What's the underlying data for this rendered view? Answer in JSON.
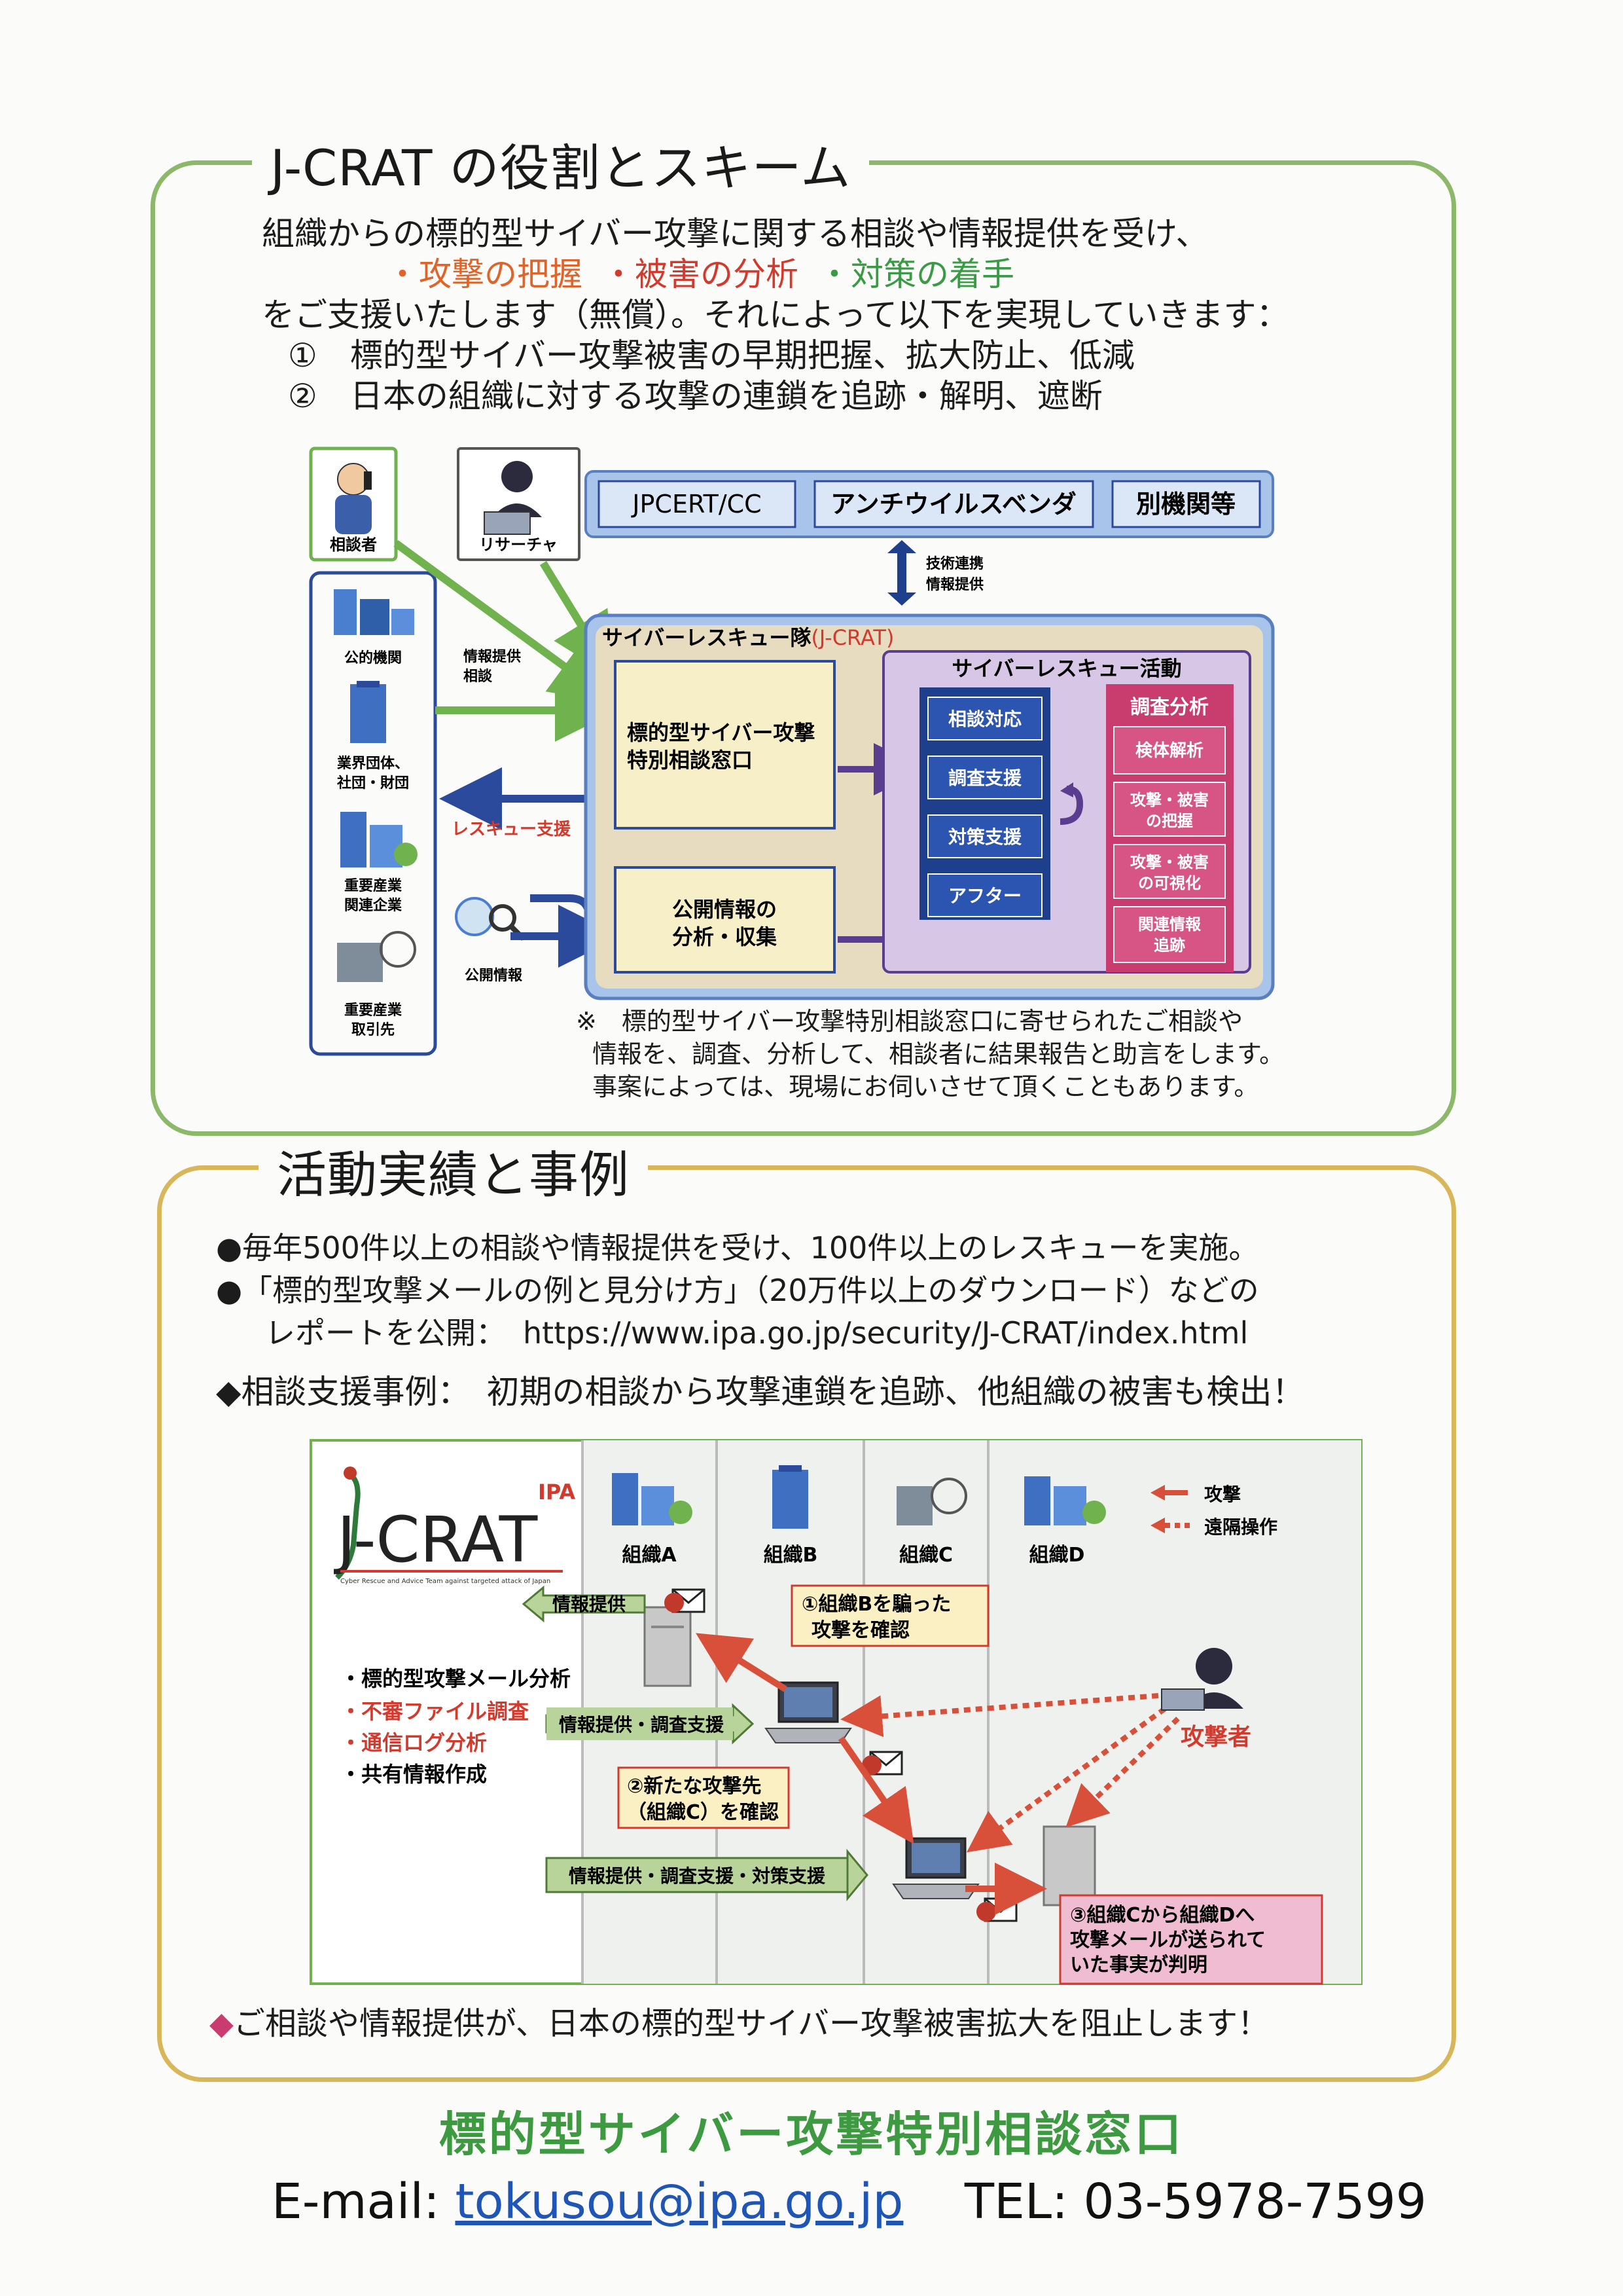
{
  "section1": {
    "title": "J-CRAT の役割とスキーム",
    "intro_line1": "組織からの標的型サイバー攻撃に関する相談や情報提供を受け、",
    "bullet1": "・攻撃の把握",
    "bullet2": "・被害の分析",
    "bullet3": "・対策の着手",
    "intro_line3": "をご支援いたします（無償）。それによって以下を実現していきます：",
    "goal1": "①　標的型サイバー攻撃被害の早期把握、拡大防止、低減",
    "goal2": "②　日本の組織に対する攻撃の連鎖を追跡・解明、遮断",
    "diagram": {
      "consultant": "相談者",
      "researcher": "リサーチャ",
      "partners": [
        "JPCERT/CC",
        "アンチウイルスベンダ",
        "別機関等"
      ],
      "tech_link": [
        "技術連携",
        "情報提供"
      ],
      "team": "サイバーレスキュー隊",
      "team_suffix": "(J-CRAT)",
      "clients": [
        {
          "lines": [
            "公的機関"
          ]
        },
        {
          "lines": [
            "業界団体、",
            "社団・財団"
          ]
        },
        {
          "lines": [
            "重要産業",
            "関連企業"
          ]
        },
        {
          "lines": [
            "重要産業",
            "取引先"
          ]
        }
      ],
      "public_info": "公開情報",
      "info_consult": [
        "情報提供",
        "相談"
      ],
      "rescue_support": "レスキュー支援",
      "window": [
        "標的型サイバー攻撃",
        "特別相談窓口"
      ],
      "collect": [
        "公開情報の",
        "分析・収集"
      ],
      "activity_title": "サイバーレスキュー活動",
      "activities": [
        "相談対応",
        "調査支援",
        "対策支援",
        "アフター"
      ],
      "analysis_title": "調査分析",
      "analysis": [
        [
          "検体解析"
        ],
        [
          "攻撃・被害",
          "の把握"
        ],
        [
          "攻撃・被害",
          "の可視化"
        ],
        [
          "関連情報",
          "追跡"
        ]
      ]
    },
    "note": [
      "※　標的型サイバー攻撃特別相談窓口に寄せられたご相談や",
      "情報を、調査、分析して、相談者に結果報告と助言をします。",
      "事案によっては、現場にお伺いさせて頂くこともあります。"
    ]
  },
  "section2": {
    "title": "活動実績と事例",
    "line1": "●毎年500件以上の相談や情報提供を受け、100件以上のレスキューを実施。",
    "line2": "●「標的型攻撃メールの例と見分け方」（20万件以上のダウンロード）などの",
    "line3_label": "レポートを公開：",
    "line3_url": "https://www.ipa.go.jp/security/J-CRAT/index.html",
    "case_heading": "◆相談支援事例：　初期の相談から攻撃連鎖を追跡、他組織の被害も検出！",
    "diagram": {
      "logo_ipa": "IPA",
      "logo": "J-CRAT",
      "logo_tagline": "Cyber Rescue and Advice Team against targeted attack of Japan",
      "orgs": [
        "組織A",
        "組織B",
        "組織C",
        "組織D"
      ],
      "legend_attack": "攻撃",
      "legend_remote": "遠隔操作",
      "left_list": [
        "・標的型攻撃メール分析",
        "・不審ファイル調査",
        "・通信ログ分析",
        "・共有情報作成"
      ],
      "arrow1": "情報提供",
      "arrow2": "情報提供・調査支援",
      "arrow3": "情報提供・調査支援・対策支援",
      "callout1": [
        "①組織Bを騙った",
        "攻撃を確認"
      ],
      "callout2": [
        "②新たな攻撃先",
        "（組織C）を確認"
      ],
      "callout3": [
        "③組織Cから組織Dへ",
        "攻撃メールが送られて",
        "いた事実が判明"
      ],
      "attacker": "攻撃者"
    },
    "closing": "◆ご相談や情報提供が、日本の標的型サイバー攻撃被害拡大を阻止します！"
  },
  "footer": {
    "title": "標的型サイバー攻撃特別相談窓口",
    "email_label": "E-mail:",
    "email": "tokusou@ipa.go.jp",
    "tel": "TEL: 03-5978-7599"
  },
  "colors": {
    "frame1": "#8cb86a",
    "frame2": "#d8b65a",
    "orange": "#e0632a",
    "red": "#d23a2e",
    "green": "#3a9a45",
    "blue_box": "#1e3f8c",
    "pink_box": "#c83c6e",
    "link": "#1f55b4"
  }
}
